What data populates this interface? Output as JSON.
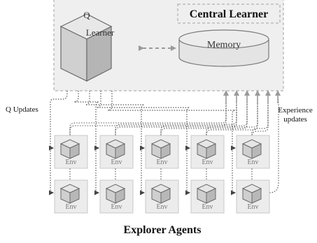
{
  "central": {
    "title": "Central Learner",
    "q_learner_line1": "Q",
    "q_learner_line2": "Learner",
    "memory_label": "Memory"
  },
  "labels": {
    "q_updates": "Q Updates",
    "experience_line1": "Experience",
    "experience_line2": "updates",
    "explorer_agents": "Explorer Agents"
  },
  "env_label": "Env",
  "colors": {
    "panel_bg": "#efefef",
    "panel_border": "#a0a0a0",
    "cube_top": "#e8e8e8",
    "cube_left": "#d0d0d0",
    "cube_right": "#b5b5b5",
    "dotted_line": "#555555",
    "arrow_gray": "#9a9a9a"
  },
  "icons": [
    "cube-icon",
    "database-cylinder-icon",
    "bidirectional-arrow-icon",
    "env-cube-icon"
  ]
}
